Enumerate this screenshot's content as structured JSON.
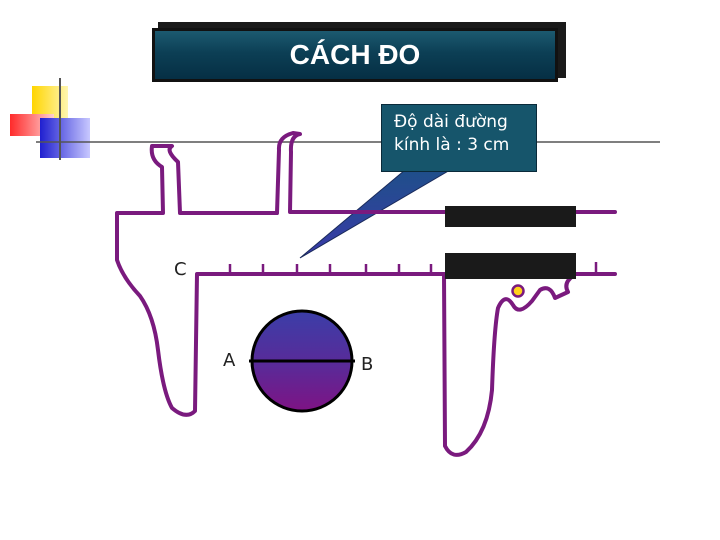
{
  "title": "CÁCH ĐO",
  "callout": {
    "text": "Độ dài đường\nkính là : 3 cm"
  },
  "labels": {
    "c": "C",
    "a": "A",
    "b": "B"
  },
  "colors": {
    "caliper": "#7a1a7e",
    "title_bg": "#0c3f55",
    "callout_bg": "#16556b",
    "ball_top": "#3b3ea8",
    "ball_bottom": "#7e1384",
    "corner_yellow": "#ffd500",
    "corner_red": "#ff3b3b",
    "corner_blue": "#2a2ad6"
  }
}
